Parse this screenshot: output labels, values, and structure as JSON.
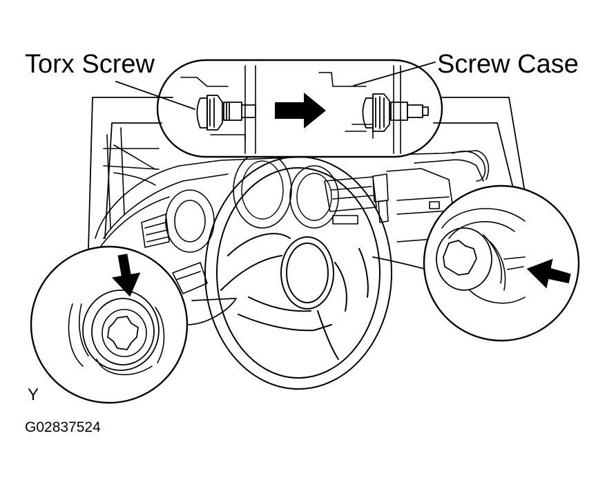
{
  "labels": {
    "torx_screw": "Torx Screw",
    "screw_case": "Screw Case",
    "view_marker": "Y",
    "figure_id": "G02837524"
  },
  "colors": {
    "line": "#000000",
    "background": "#ffffff"
  },
  "icons": [
    "arrow-right-icon",
    "arrow-down-icon",
    "arrow-left-icon",
    "torx-head-icon"
  ]
}
